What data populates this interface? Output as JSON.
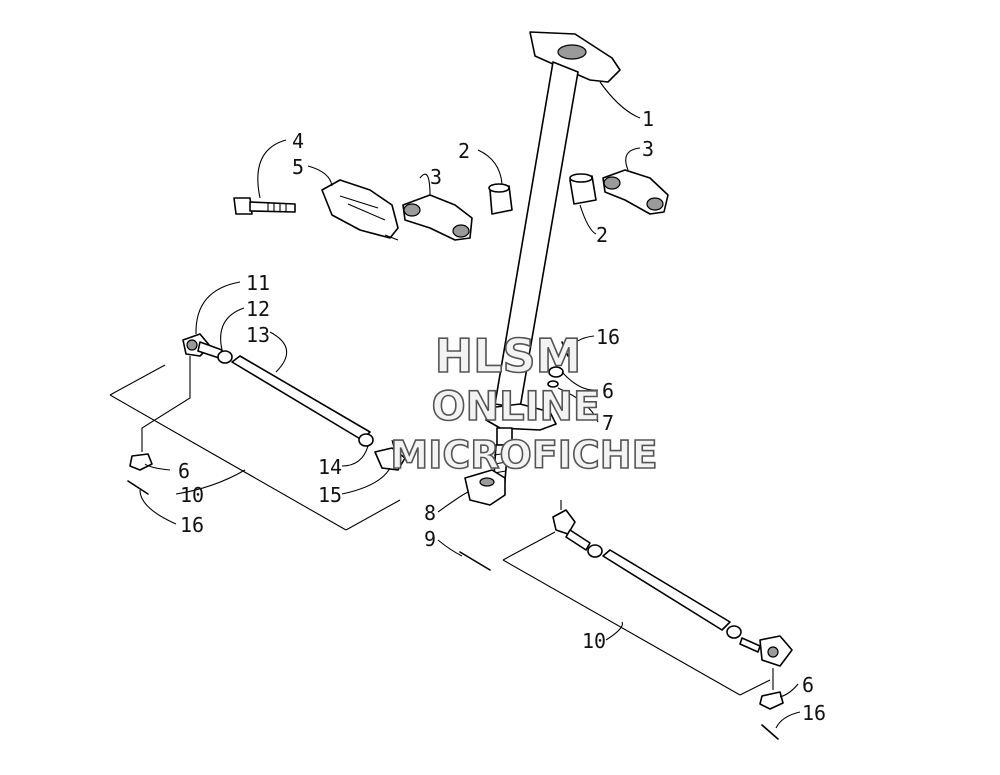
{
  "watermark": {
    "line1": "HLSM",
    "line2": "ONLINE",
    "line3": "MICROFICHE"
  },
  "callouts": [
    {
      "id": "c1",
      "text": "1"
    },
    {
      "id": "c2a",
      "text": "2"
    },
    {
      "id": "c2b",
      "text": "2"
    },
    {
      "id": "c3a",
      "text": "3"
    },
    {
      "id": "c3b",
      "text": "3"
    },
    {
      "id": "c4",
      "text": "4"
    },
    {
      "id": "c5",
      "text": "5"
    },
    {
      "id": "c6a",
      "text": "6"
    },
    {
      "id": "c6b",
      "text": "6"
    },
    {
      "id": "c6c",
      "text": "6"
    },
    {
      "id": "c7",
      "text": "7"
    },
    {
      "id": "c8",
      "text": "8"
    },
    {
      "id": "c9",
      "text": "9"
    },
    {
      "id": "c10a",
      "text": "10"
    },
    {
      "id": "c10b",
      "text": "10"
    },
    {
      "id": "c11",
      "text": "11"
    },
    {
      "id": "c12",
      "text": "12"
    },
    {
      "id": "c13",
      "text": "13"
    },
    {
      "id": "c14",
      "text": "14"
    },
    {
      "id": "c15",
      "text": "15"
    },
    {
      "id": "c16a",
      "text": "16"
    },
    {
      "id": "c16b",
      "text": "16"
    },
    {
      "id": "c16c",
      "text": "16"
    }
  ]
}
